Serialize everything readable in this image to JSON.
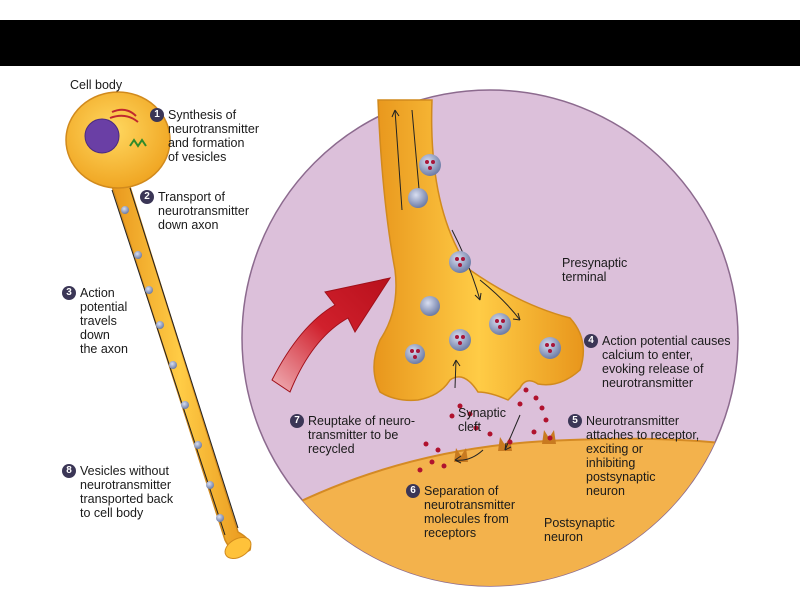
{
  "figure": {
    "cell_body_label": "Cell body",
    "presynaptic_label": "Presynaptic\nterminal",
    "synaptic_cleft_label": "Synaptic\ncleft",
    "postsynaptic_label": "Postsynaptic\nneuron",
    "steps": [
      {
        "num": "1",
        "text": "Synthesis of\nneurotransmitter\nand formation\nof vesicles"
      },
      {
        "num": "2",
        "text": "Transport of\nneurotransmitter\ndown axon"
      },
      {
        "num": "3",
        "text": "Action\npotential\ntravels\ndown\nthe axon"
      },
      {
        "num": "4",
        "text": "Action potential causes\ncalcium to enter,\nevoking release of\nneurotransmitter"
      },
      {
        "num": "5",
        "text": "Neurotransmitter\nattaches to receptor,\nexciting or\ninhibiting\npostsynaptic\nneuron"
      },
      {
        "num": "6",
        "text": "Separation of\nneurotransmitter\nmolecules from\nreceptors"
      },
      {
        "num": "7",
        "text": "Reuptake of neuro-\ntransmitter to be\nrecycled"
      },
      {
        "num": "8",
        "text": "Vesicles without\nneurotransmitter\ntransported back\nto cell body"
      }
    ]
  }
}
